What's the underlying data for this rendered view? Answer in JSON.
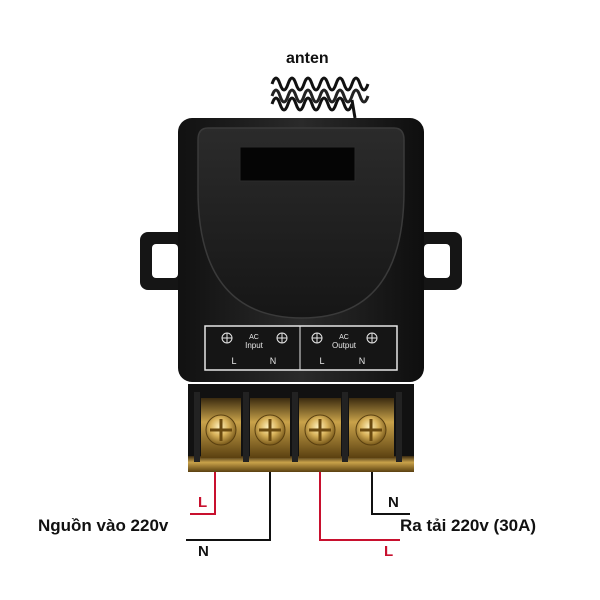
{
  "antenna": {
    "label": "anten"
  },
  "panel": {
    "input_header": [
      "AC",
      "Input"
    ],
    "output_header": [
      "AC",
      "Output"
    ],
    "terminal_letters": [
      "L",
      "N",
      "L",
      "N"
    ]
  },
  "source": {
    "label": "Nguồn vào 220v",
    "wire_l": "L",
    "wire_n": "N"
  },
  "load": {
    "label": "Ra tải 220v (30A)",
    "wire_n": "N",
    "wire_l": "L"
  },
  "colors": {
    "live": "#c8102e",
    "neutral": "#111111",
    "body": "#1c1c1c",
    "brass": "#c9a24a"
  }
}
